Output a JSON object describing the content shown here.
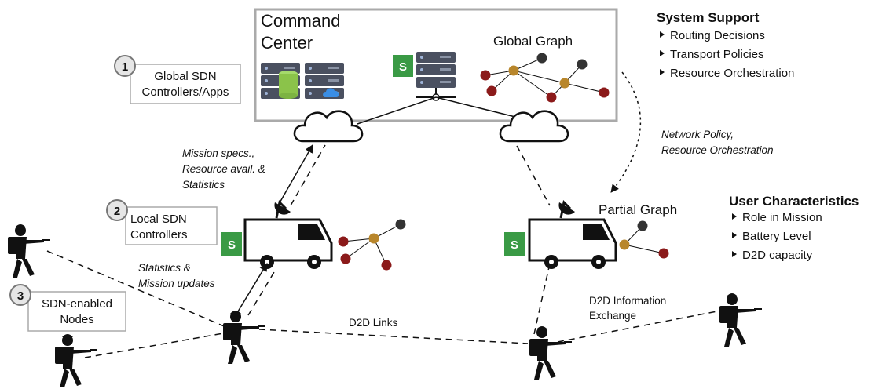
{
  "command_center": {
    "title_line1": "Command",
    "title_line2": "Center",
    "global_graph_label": "Global Graph"
  },
  "labels": {
    "item1": {
      "number": "1",
      "line1": "Global SDN",
      "line2": "Controllers/Apps"
    },
    "item2": {
      "number": "2",
      "line1": "Local SDN",
      "line2": "Controllers"
    },
    "item3": {
      "number": "3",
      "line1": "SDN-enabled",
      "line2": "Nodes"
    }
  },
  "switch_badge": "S",
  "partial_graph_label": "Partial Graph",
  "annotations": {
    "mission_specs": [
      "Mission specs.,",
      "Resource avail. &",
      "Statistics"
    ],
    "statistics_updates": [
      "Statistics &",
      "Mission updates"
    ],
    "network_policy": [
      "Network Policy,",
      "Resource Orchestration"
    ],
    "d2d_links": "D2D Links",
    "d2d_exchange": [
      "D2D Information",
      "Exchange"
    ]
  },
  "system_support": {
    "title": "System Support",
    "items": [
      "Routing Decisions",
      "Transport Policies",
      "Resource Orchestration"
    ]
  },
  "user_characteristics": {
    "title": "User Characteristics",
    "items": [
      "Role in Mission",
      "Battery Level",
      "D2D capacity"
    ]
  },
  "colors": {
    "switch_green": "#3a9a45",
    "node_red": "#8b1a1a",
    "node_gold": "#b8862b",
    "node_dark": "#333333",
    "server_dark": "#4a5060",
    "db_green": "#8bc34a",
    "cloud_blue": "#3a8ee6"
  }
}
